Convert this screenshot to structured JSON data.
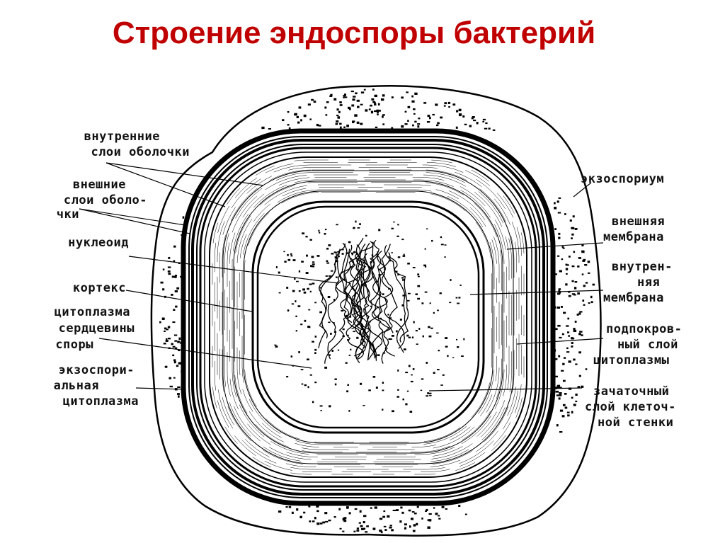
{
  "title": "Строение эндоспоры бактерий",
  "colors": {
    "title": "#c00000",
    "ink": "#000000"
  },
  "labels_left": [
    {
      "id": "inner-coat",
      "lines": [
        "внутренние",
        "слои оболочки"
      ]
    },
    {
      "id": "outer-coat",
      "lines": [
        "внешние",
        "слои оболо-",
        "чки"
      ]
    },
    {
      "id": "nucleoid",
      "lines": [
        "нуклеоид"
      ]
    },
    {
      "id": "cortex",
      "lines": [
        "кортекс"
      ]
    },
    {
      "id": "core-cytoplasm",
      "lines": [
        "цитоплазма",
        "сердцевины",
        "споры"
      ]
    },
    {
      "id": "exosporial-cytoplasm",
      "lines": [
        "экзоспори-",
        "альная",
        "цитоплазма"
      ]
    }
  ],
  "labels_right": [
    {
      "id": "exosporium",
      "lines": [
        "экзоспориум"
      ]
    },
    {
      "id": "outer-membrane",
      "lines": [
        "внешняя",
        "мембрана"
      ]
    },
    {
      "id": "inner-membrane",
      "lines": [
        "внутрен-",
        "няя",
        "мембрана"
      ]
    },
    {
      "id": "subcoat-cytoplasm",
      "lines": [
        "подпокров-",
        "ный слой",
        "цитоплазмы"
      ]
    },
    {
      "id": "germ-cell-wall",
      "lines": [
        "зачаточный",
        "слой клеточ-",
        "ной стенки"
      ]
    }
  ]
}
